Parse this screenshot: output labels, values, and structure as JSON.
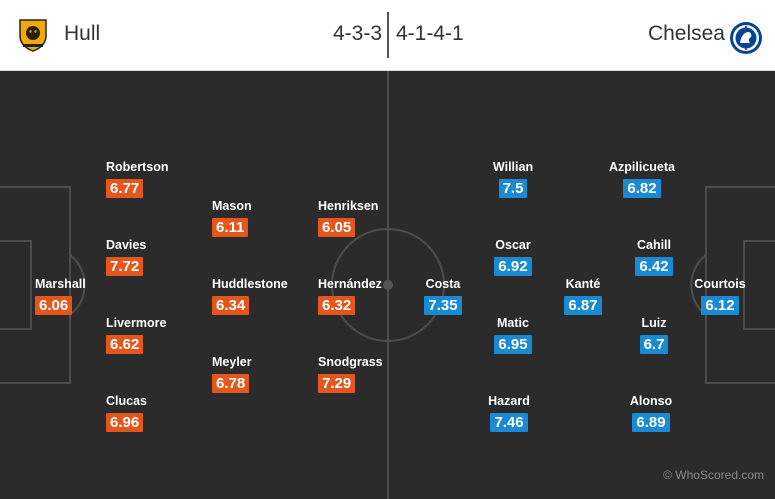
{
  "header": {
    "home_team": "Hull",
    "away_team": "Chelsea",
    "home_formation": "4-3-3",
    "away_formation": "4-1-4-1"
  },
  "colors": {
    "home_rating": "#e4571c",
    "away_rating": "#1a8ad3",
    "pitch": "#2b2b2b",
    "pitch_lines": "#4d4d4d"
  },
  "icons": {
    "home_crest": "hull-tiger-crest",
    "away_crest": "chelsea-lion-crest"
  },
  "home_players": [
    {
      "name": "Marshall",
      "rating": "6.06"
    },
    {
      "name": "Robertson",
      "rating": "6.77"
    },
    {
      "name": "Davies",
      "rating": "7.72"
    },
    {
      "name": "Livermore",
      "rating": "6.62"
    },
    {
      "name": "Clucas",
      "rating": "6.96"
    },
    {
      "name": "Mason",
      "rating": "6.11"
    },
    {
      "name": "Huddlestone",
      "rating": "6.34"
    },
    {
      "name": "Meyler",
      "rating": "6.78"
    },
    {
      "name": "Henriksen",
      "rating": "6.05"
    },
    {
      "name": "Hernández",
      "rating": "6.32"
    },
    {
      "name": "Snodgrass",
      "rating": "7.29"
    }
  ],
  "away_players": [
    {
      "name": "Costa",
      "rating": "7.35"
    },
    {
      "name": "Willian",
      "rating": "7.5"
    },
    {
      "name": "Oscar",
      "rating": "6.92"
    },
    {
      "name": "Matic",
      "rating": "6.95"
    },
    {
      "name": "Hazard",
      "rating": "7.46"
    },
    {
      "name": "Kanté",
      "rating": "6.87"
    },
    {
      "name": "Azpilicueta",
      "rating": "6.82"
    },
    {
      "name": "Cahill",
      "rating": "6.42"
    },
    {
      "name": "Luiz",
      "rating": "6.7"
    },
    {
      "name": "Alonso",
      "rating": "6.89"
    },
    {
      "name": "Courtois",
      "rating": "6.12"
    }
  ],
  "watermark": "© WhoScored.com"
}
